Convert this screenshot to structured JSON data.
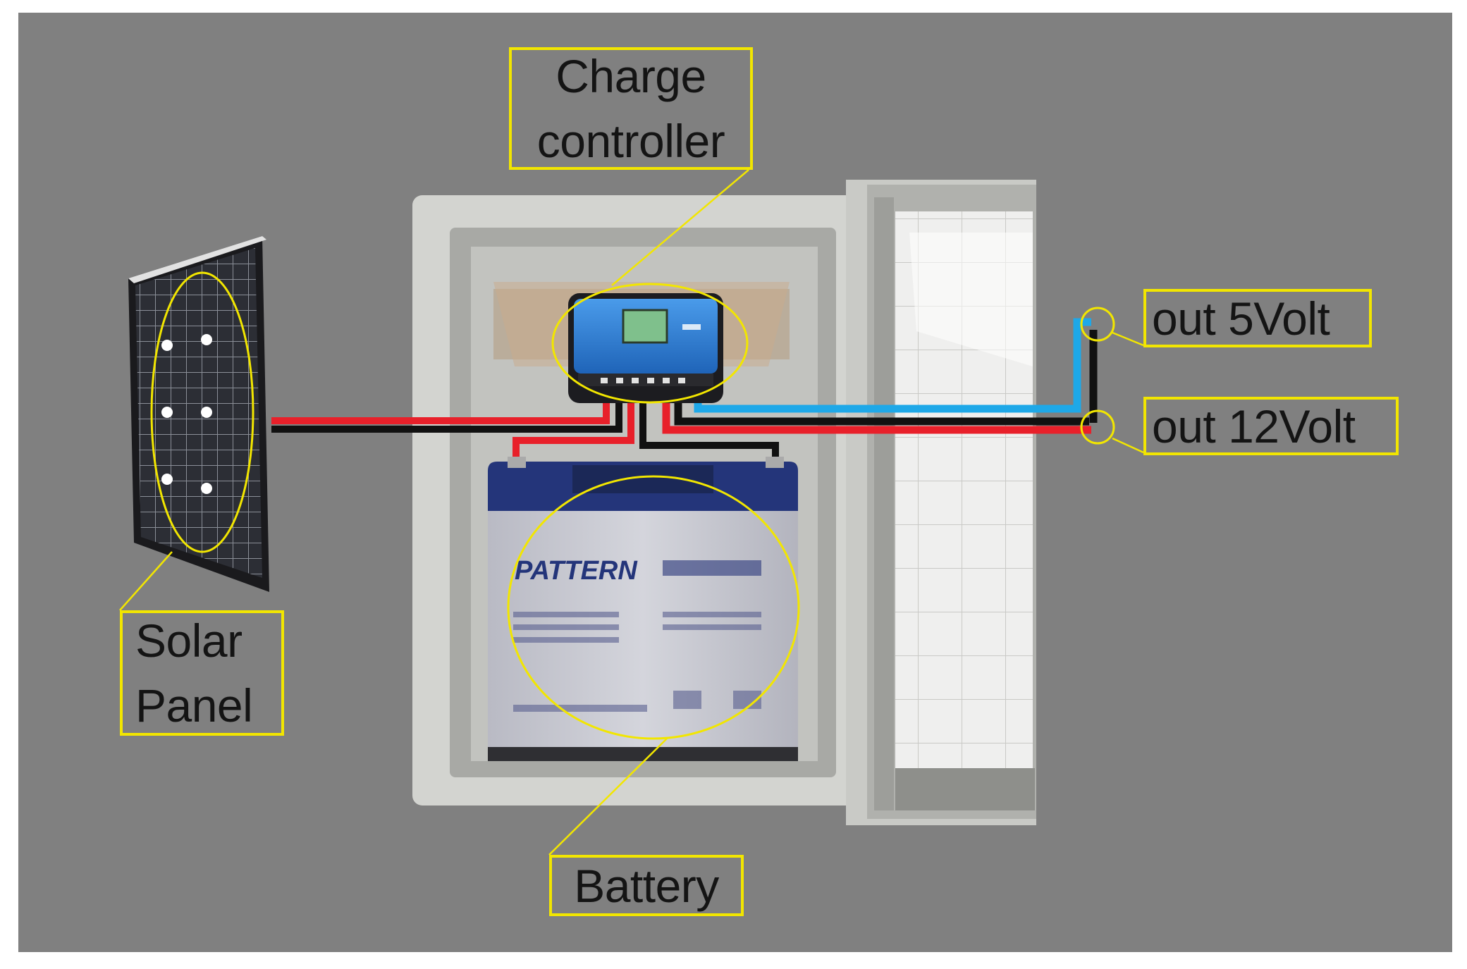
{
  "labels": {
    "charge_controller": [
      "Charge",
      "controller"
    ],
    "solar_panel": [
      "Solar",
      "Panel"
    ],
    "battery": "Battery",
    "out_5v": "out 5Volt",
    "out_12v": "out 12Volt"
  },
  "device_text": {
    "battery_brand": "PATTERN"
  },
  "colors": {
    "background": "#808080",
    "annotation": "#f2e600",
    "wire_positive": "#e8202a",
    "wire_negative": "#111111",
    "wire_5v": "#1ea8e8",
    "enclosure": "#d7d8d4",
    "controller_body": "#2f7fd6",
    "battery_top": "#24357a",
    "battery_body": "#c9cad2",
    "solar_cells": "#2a2c33"
  }
}
